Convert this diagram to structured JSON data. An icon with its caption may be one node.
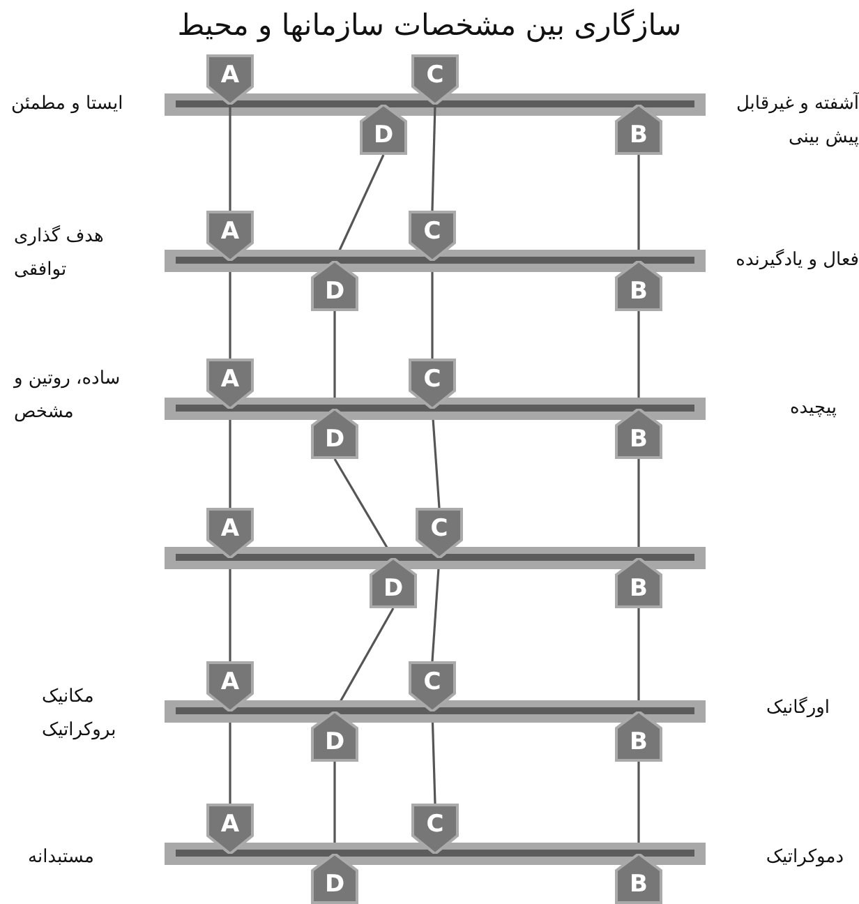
{
  "diagram": {
    "title": "سازگاری بین مشخصات سازمانها و محیط",
    "nodes": [
      {
        "text": [
          "A"
        ]
      },
      {
        "text": [
          "D"
        ]
      },
      {
        "text": [
          "C"
        ]
      },
      {
        "text": [
          "B"
        ]
      },
      {
        "text": [
          "A"
        ]
      },
      {
        "text": [
          "D"
        ]
      },
      {
        "text": [
          "C"
        ]
      },
      {
        "text": [
          "B"
        ]
      },
      {
        "text": [
          "A"
        ]
      },
      {
        "text": [
          "D"
        ]
      },
      {
        "text": [
          "C"
        ]
      },
      {
        "text": [
          "B"
        ]
      },
      {
        "text": [
          "A"
        ]
      },
      {
        "text": [
          "D"
        ]
      },
      {
        "text": [
          "C"
        ]
      },
      {
        "text": [
          "B"
        ]
      },
      {
        "text": [
          "A"
        ]
      },
      {
        "text": [
          "D"
        ]
      },
      {
        "text": [
          "C"
        ]
      },
      {
        "text": [
          "B"
        ]
      },
      {
        "text": [
          "A"
        ]
      },
      {
        "text": [
          "D"
        ]
      },
      {
        "text": [
          "C"
        ]
      },
      {
        "text": [
          "B"
        ]
      }
    ],
    "edges": [
      {
        "from": 0,
        "to": 4,
        "arrow": "none"
      },
      {
        "from": 1,
        "to": 5,
        "arrow": "none"
      },
      {
        "from": 2,
        "to": 6,
        "arrow": "none"
      },
      {
        "from": 3,
        "to": 7,
        "arrow": "none"
      },
      {
        "from": 4,
        "to": 8,
        "arrow": "none"
      },
      {
        "from": 5,
        "to": 9,
        "arrow": "none"
      },
      {
        "from": 6,
        "to": 10,
        "arrow": "none"
      },
      {
        "from": 7,
        "to": 11,
        "arrow": "none"
      },
      {
        "from": 8,
        "to": 12,
        "arrow": "none"
      },
      {
        "from": 9,
        "to": 13,
        "arrow": "none"
      },
      {
        "from": 10,
        "to": 14,
        "arrow": "none"
      },
      {
        "from": 11,
        "to": 15,
        "arrow": "none"
      },
      {
        "from": 12,
        "to": 16,
        "arrow": "none"
      },
      {
        "from": 13,
        "to": 17,
        "arrow": "none"
      },
      {
        "from": 14,
        "to": 18,
        "arrow": "none"
      },
      {
        "from": 15,
        "to": 19,
        "arrow": "none"
      },
      {
        "from": 16,
        "to": 20,
        "arrow": "none"
      },
      {
        "from": 17,
        "to": 21,
        "arrow": "none"
      },
      {
        "from": 18,
        "to": 22,
        "arrow": "none"
      },
      {
        "from": 19,
        "to": 23,
        "arrow": "none"
      }
    ],
    "labels": [
      "آشفته و غیرقابل پیش بینی",
      "ایستا و مطمئن",
      "فعال و یادگیرنده",
      "هدف گذاری توافقی",
      "پیچیده",
      "ساده، روتین و مشخص",
      "اورگانیک",
      "مکانیک بروکراتیک",
      "دموکراتیک",
      "مستبدانه"
    ]
  }
}
